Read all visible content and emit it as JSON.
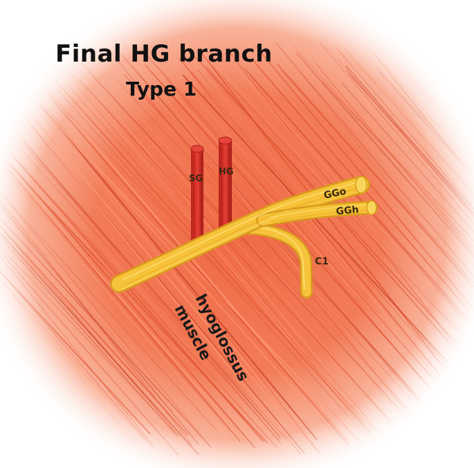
{
  "title": "Final HG branch",
  "subtitle": "Type 1",
  "labels": {
    "sg": "SG",
    "hg": "HG",
    "ggo": "GGo",
    "ggh": "GGh",
    "c1": "C1",
    "muscle_line1": "hyoglossus",
    "muscle_line2": "muscle"
  },
  "colors": {
    "muscle_base": "#f07a55",
    "muscle_fiber": "#e0502e",
    "muscle_fiber_light": "#ff9a76",
    "vessel": "#d8322a",
    "vessel_dark": "#a81d18",
    "nerve": "#f6c33a",
    "nerve_dark": "#d99a1c",
    "nerve_light": "#ffe27a"
  }
}
